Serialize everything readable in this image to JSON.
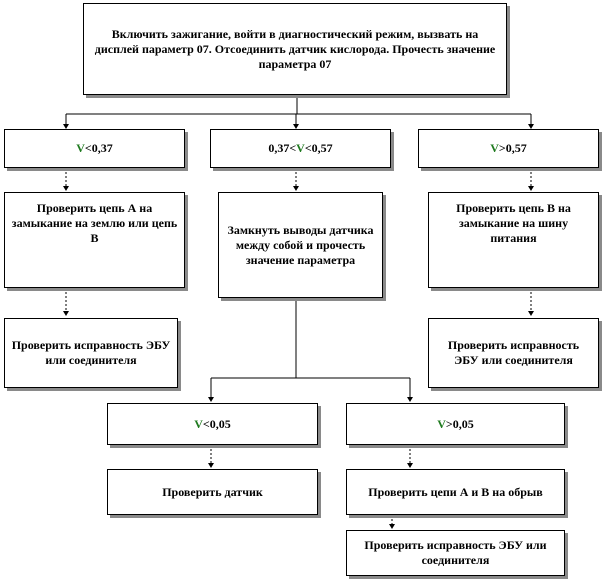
{
  "start": {
    "text": "Включить зажигание, войти в диагностический режим, вызвать на дисплей параметр 07. Отсоединить датчик кислорода. Прочесть значение параметра 07"
  },
  "cond_low": {
    "v": "V",
    "rest": "<0,37"
  },
  "cond_mid": {
    "pre": "0,37<",
    "v": "V",
    "rest": "<0,57"
  },
  "cond_high": {
    "v": "V",
    "rest": ">0,57"
  },
  "check_a": {
    "text": "Проверить цепь А на замыкание на землю или цепь В"
  },
  "short_sensor": {
    "text": "Замкнуть выводы датчика между собой и прочесть значение параметра"
  },
  "check_b": {
    "text": "Проверить цепь В на замыкание на шину питания"
  },
  "ecu_left": {
    "text": "Проверить исправность ЭБУ или соединителя"
  },
  "ecu_right": {
    "text": "Проверить исправность ЭБУ или соединителя"
  },
  "cond_low2": {
    "v": "V",
    "rest": "<0,05"
  },
  "cond_high2": {
    "v": "V",
    "rest": ">0,05"
  },
  "check_sensor": {
    "text": "Проверить датчик"
  },
  "check_open": {
    "text": "Проверить цепи А и В на обрыв"
  },
  "ecu_bottom": {
    "text": "Проверить исправность ЭБУ или соединителя"
  },
  "colors": {
    "accent": "#1f7a1f",
    "shadow": "#8a8a8a"
  }
}
